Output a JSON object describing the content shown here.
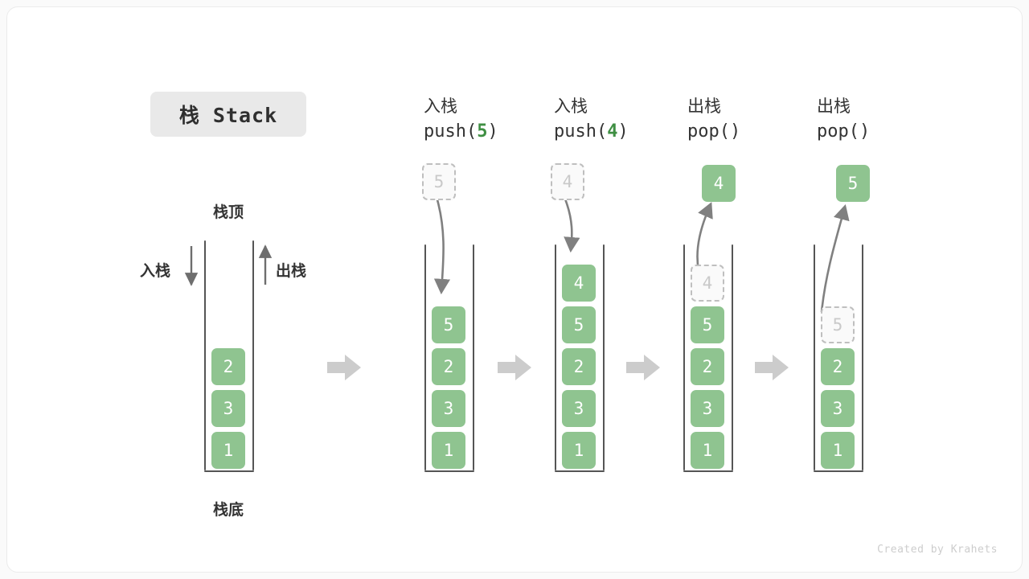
{
  "canvas": {
    "background": "#ffffff",
    "page_background": "#fafafa",
    "border_color": "#ebebeb"
  },
  "colors": {
    "element_green": "#8fc490",
    "accent_green": "#3f8f43",
    "ghost_border": "#bfbfbf",
    "ghost_text": "#c9c9c9",
    "wall": "#555555",
    "arrow_gray": "#808080",
    "step_arrow": "#cccccc",
    "badge_bg": "#e9e9e9",
    "text": "#333333"
  },
  "title": {
    "text": "栈 Stack"
  },
  "legend": {
    "top_label": "栈顶",
    "bottom_label": "栈底",
    "push_label": "入栈",
    "pop_label": "出栈"
  },
  "columns": [
    {
      "id": "initial",
      "op_cn": "",
      "op_code": "",
      "op_arg": "",
      "stack": [
        "2",
        "3",
        "1"
      ],
      "incoming": null,
      "outgoing": null,
      "ghost_in_stack": null
    },
    {
      "id": "push-5",
      "op_cn": "入栈",
      "op_code_prefix": "push(",
      "op_arg": "5",
      "op_code_suffix": ")",
      "stack": [
        "5",
        "2",
        "3",
        "1"
      ],
      "incoming": "5",
      "outgoing": null,
      "ghost_in_stack": null
    },
    {
      "id": "push-4",
      "op_cn": "入栈",
      "op_code_prefix": "push(",
      "op_arg": "4",
      "op_code_suffix": ")",
      "stack": [
        "4",
        "5",
        "2",
        "3",
        "1"
      ],
      "incoming": "4",
      "outgoing": null,
      "ghost_in_stack": null
    },
    {
      "id": "pop-4",
      "op_cn": "出栈",
      "op_code_prefix": "pop(",
      "op_arg": "",
      "op_code_suffix": ")",
      "stack": [
        "5",
        "2",
        "3",
        "1"
      ],
      "incoming": null,
      "outgoing": "4",
      "ghost_in_stack": "4"
    },
    {
      "id": "pop-5",
      "op_cn": "出栈",
      "op_code_prefix": "pop(",
      "op_arg": "",
      "op_code_suffix": ")",
      "stack": [
        "2",
        "3",
        "1"
      ],
      "incoming": null,
      "outgoing": "5",
      "ghost_in_stack": "5"
    }
  ],
  "cells": {
    "initial": [
      "2",
      "3",
      "1"
    ],
    "push5": [
      "5",
      "2",
      "3",
      "1"
    ],
    "push4": [
      "4",
      "5",
      "2",
      "3",
      "1"
    ],
    "pop4_stack": [
      "5",
      "2",
      "3",
      "1"
    ],
    "pop4_ghost": "4",
    "pop4_out": "4",
    "pop5_stack": [
      "2",
      "3",
      "1"
    ],
    "pop5_ghost": "5",
    "pop5_out": "5",
    "push5_ghost": "5",
    "push4_ghost": "4"
  },
  "ops": {
    "push5_cn": "入栈",
    "push5_code_a": "push(",
    "push5_code_arg": "5",
    "push5_code_b": ")",
    "push4_cn": "入栈",
    "push4_code_a": "push(",
    "push4_code_arg": "4",
    "push4_code_b": ")",
    "pop1_cn": "出栈",
    "pop1_code": "pop()",
    "pop2_cn": "出栈",
    "pop2_code": "pop()"
  },
  "footer": {
    "credit": "Created by Krahets"
  }
}
